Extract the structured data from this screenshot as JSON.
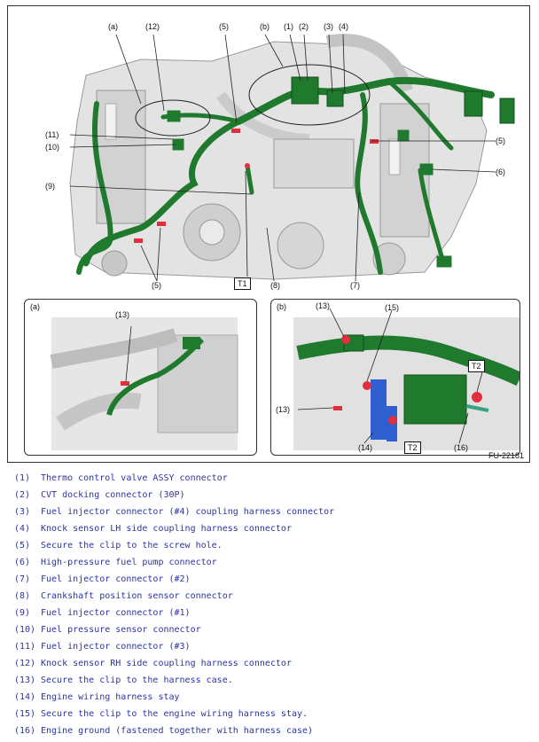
{
  "figure": {
    "code": "FU-22181",
    "inset_a_tag": "(a)",
    "inset_b_tag": "(b)",
    "callouts_main": {
      "a": "(a)",
      "b": "(b)",
      "c12": "(12)",
      "c5_top": "(5)",
      "c1": "(1)",
      "c2": "(2)",
      "c3": "(3)",
      "c4": "(4)",
      "c11": "(11)",
      "c10": "(10)",
      "c9": "(9)",
      "c5_right": "(5)",
      "c6": "(6)",
      "c5_bottom": "(5)",
      "c8": "(8)",
      "c7": "(7)",
      "t1": "T1"
    },
    "callouts_a": {
      "c13": "(13)"
    },
    "callouts_b": {
      "c13_top": "(13)",
      "c15": "(15)",
      "c13_left": "(13)",
      "c14": "(14)",
      "c16": "(16)",
      "t2_right": "T2",
      "t2_bottom": "T2"
    }
  },
  "legend": [
    {
      "num": "(1)",
      "text": "Thermo control valve ASSY connector"
    },
    {
      "num": "(2)",
      "text": "CVT docking connector (30P)"
    },
    {
      "num": "(3)",
      "text": "Fuel injector connector (#4) coupling harness connector"
    },
    {
      "num": "(4)",
      "text": "Knock sensor LH side coupling harness connector"
    },
    {
      "num": "(5)",
      "text": "Secure the clip to the screw hole."
    },
    {
      "num": "(6)",
      "text": "High-pressure fuel pump connector"
    },
    {
      "num": "(7)",
      "text": "Fuel injector connector (#2)"
    },
    {
      "num": "(8)",
      "text": "Crankshaft position sensor connector"
    },
    {
      "num": "(9)",
      "text": "Fuel injector connector (#1)"
    },
    {
      "num": "(10)",
      "text": "Fuel pressure sensor connector"
    },
    {
      "num": "(11)",
      "text": "Fuel injector connector (#3)"
    },
    {
      "num": "(12)",
      "text": "Knock sensor RH side coupling harness connector"
    },
    {
      "num": "(13)",
      "text": "Secure the clip to the harness case."
    },
    {
      "num": "(14)",
      "text": "Engine wiring harness stay"
    },
    {
      "num": "(15)",
      "text": "Secure the clip to the engine wiring harness stay."
    },
    {
      "num": "(16)",
      "text": "Engine ground (fastened together with harness case)"
    }
  ],
  "colors": {
    "harness": "#1f7a2e",
    "harness_dark": "#0f4f1c",
    "engine": "#e3e3e3",
    "engine_shade": "#b9b9b9",
    "clip": "#e0303c",
    "stay": "#2f5fd0",
    "legend_text": "#2b33a8"
  }
}
